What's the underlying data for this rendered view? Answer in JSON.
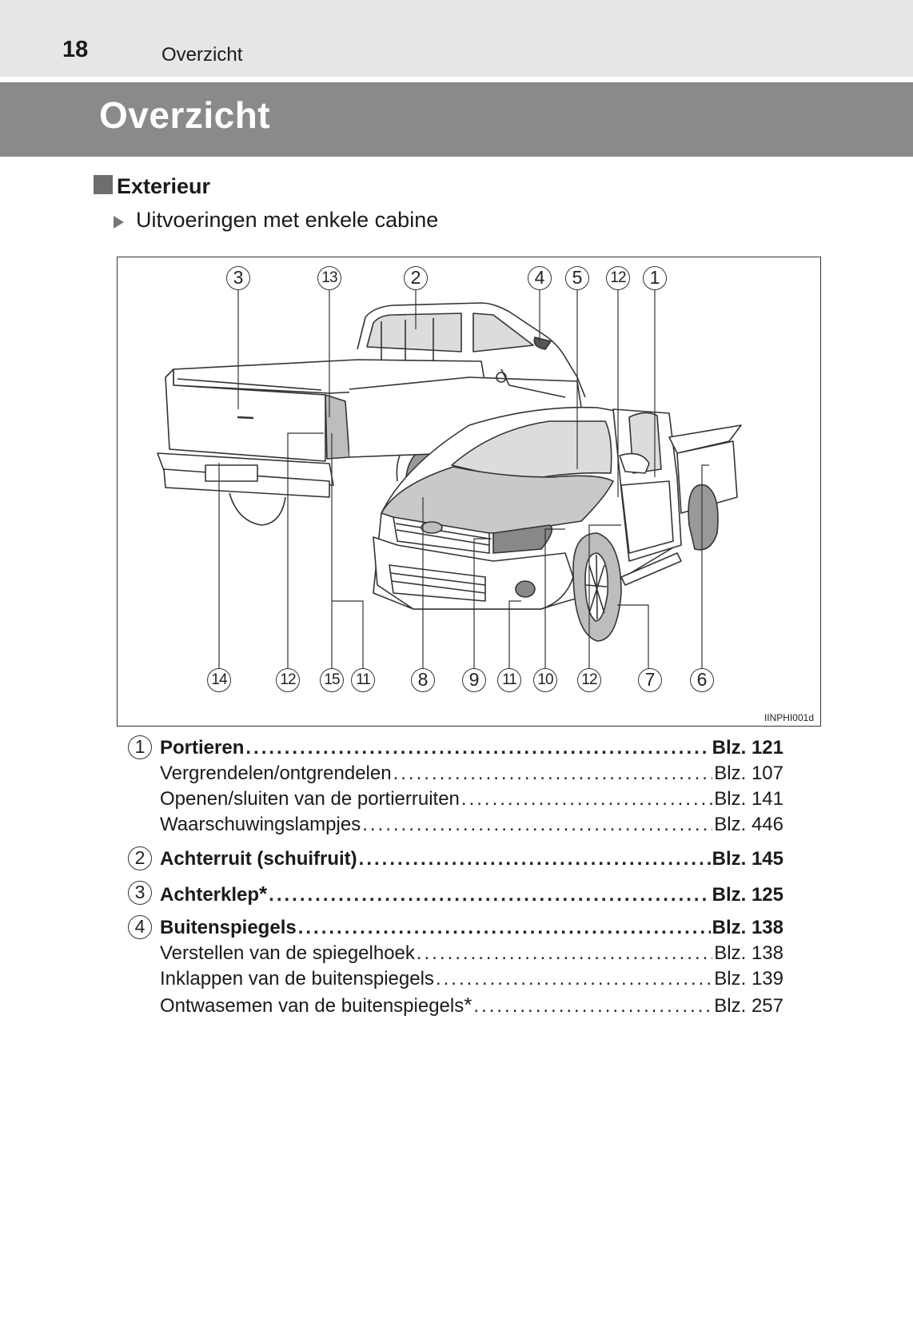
{
  "header": {
    "page_number": "18",
    "running_title": "Overzicht"
  },
  "banner": {
    "title": "Overzicht"
  },
  "section": {
    "title": "Exterieur",
    "subsection": "Uitvoeringen met enkele cabine"
  },
  "figure": {
    "code": "IINPHI001d",
    "top_callouts": [
      "3",
      "13",
      "2",
      "4",
      "5",
      "12",
      "1"
    ],
    "bottom_callouts": [
      "14",
      "12",
      "15",
      "11",
      "8",
      "9",
      "11",
      "10",
      "12",
      "7",
      "6"
    ]
  },
  "entries": [
    {
      "num": "1",
      "lines": [
        {
          "label": "Portieren",
          "page": "Blz. 121",
          "bold": true
        },
        {
          "label": "Vergrendelen/ontgrendelen",
          "page": "Blz. 107"
        },
        {
          "label": "Openen/sluiten van de portierruiten",
          "page": "Blz. 141"
        },
        {
          "label": "Waarschuwingslampjes",
          "page": "Blz. 446"
        }
      ]
    },
    {
      "num": "2",
      "lines": [
        {
          "label": "Achterruit (schuifruit)",
          "page": "Blz. 145",
          "bold": true
        }
      ]
    },
    {
      "num": "3",
      "lines": [
        {
          "label": "Achterklep",
          "star": "*",
          "page": "Blz. 125",
          "bold": true
        }
      ]
    },
    {
      "num": "4",
      "lines": [
        {
          "label": "Buitenspiegels",
          "page": "Blz. 138",
          "bold": true
        },
        {
          "label": "Verstellen van de spiegelhoek",
          "page": "Blz. 138"
        },
        {
          "label": "Inklappen van de buitenspiegels",
          "page": "Blz. 139"
        },
        {
          "label": "Ontwasemen van de buitenspiegels",
          "star": "*",
          "page": "Blz. 257"
        }
      ]
    }
  ]
}
